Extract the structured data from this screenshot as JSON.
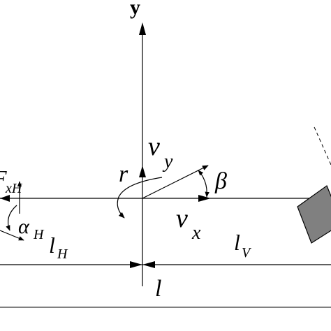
{
  "diagram": {
    "labels": {
      "y_axis": "y",
      "v": "v",
      "v_y_sub": "y",
      "v_x_sub": "x",
      "r": "r",
      "beta": "β",
      "F": "F",
      "F_sub": "xH",
      "alpha": "α",
      "alpha_sub": "H",
      "l_H": "l",
      "l_H_sub": "H",
      "l_V": "l",
      "l_V_sub": "V",
      "l": "l"
    },
    "colors": {
      "ink": "#000000",
      "rudder_fill": "#808080",
      "background": "#ffffff"
    }
  }
}
